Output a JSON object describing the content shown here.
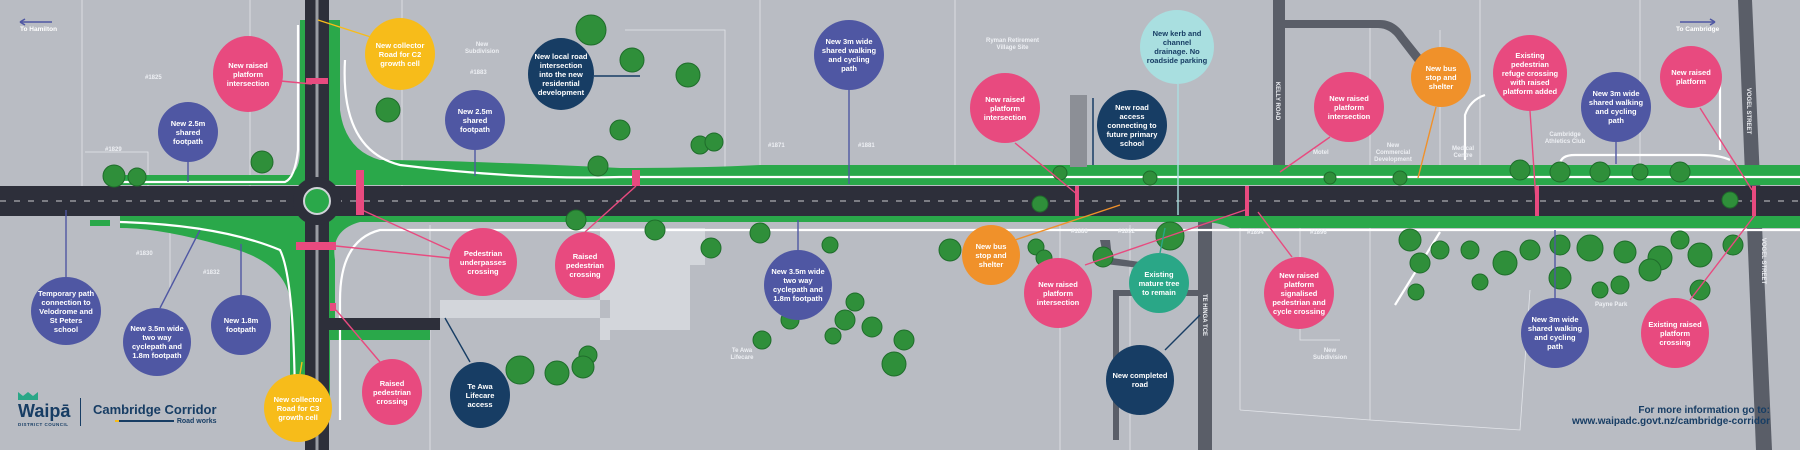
{
  "directions": {
    "west": "To Hamilton",
    "east": "To Cambridge"
  },
  "callouts": [
    {
      "text": "New raised platform intersection",
      "color": "#e84a7f"
    },
    {
      "text": "New collector Road for C2 growth cell",
      "color": "#f7bc1a"
    },
    {
      "text": "New local road intersection into the new residential development",
      "color": "#173d64"
    },
    {
      "text": "New 2.5m shared footpath",
      "color": "#4f57a3"
    },
    {
      "text": "New 2.5m shared footpath",
      "color": "#4f57a3"
    },
    {
      "text": "New 3m wide shared walking and cycling path",
      "color": "#4f57a3"
    },
    {
      "text": "New raised platform intersection",
      "color": "#e84a7f"
    },
    {
      "text": "New road access connecting to future primary school",
      "color": "#173d64"
    },
    {
      "text": "New kerb and channel drainage. No roadside parking",
      "color": "#a9dfe0"
    },
    {
      "text": "New raised platform intersection",
      "color": "#e84a7f"
    },
    {
      "text": "New bus stop and shelter",
      "color": "#f0912a"
    },
    {
      "text": "Existing pedestrian refuge crossing with raised platform added",
      "color": "#e84a7f"
    },
    {
      "text": "New 3m wide shared walking and cycling path",
      "color": "#4f57a3"
    },
    {
      "text": "New raised platform",
      "color": "#e84a7f"
    },
    {
      "text": "Temporary path connection to Velodrome and St Peters school",
      "color": "#4f57a3"
    },
    {
      "text": "New 3.5m wide two way cyclepath and 1.8m footpath",
      "color": "#4f57a3"
    },
    {
      "text": "New 1.8m footpath",
      "color": "#4f57a3"
    },
    {
      "text": "New collector Road for C3 growth cell",
      "color": "#f7bc1a"
    },
    {
      "text": "Raised pedestrian crossing",
      "color": "#e84a7f"
    },
    {
      "text": "Te Awa Lifecare access",
      "color": "#173d64"
    },
    {
      "text": "Pedestrian underpasses crossing",
      "color": "#e84a7f"
    },
    {
      "text": "Raised pedestrian crossing",
      "color": "#e84a7f"
    },
    {
      "text": "New 3.5m wide two way cyclepath and 1.8m footpath",
      "color": "#4f57a3"
    },
    {
      "text": "New bus stop and shelter",
      "color": "#f0912a"
    },
    {
      "text": "New raised platform intersection",
      "color": "#e84a7f"
    },
    {
      "text": "Existing mature tree to remain",
      "color": "#2aa787"
    },
    {
      "text": "New completed road",
      "color": "#173d64"
    },
    {
      "text": "New raised platform signalised pedestrian and cycle crossing",
      "color": "#e84a7f"
    },
    {
      "text": "New 3m wide shared walking and cycling path",
      "color": "#4f57a3"
    },
    {
      "text": "Existing raised platform crossing",
      "color": "#e84a7f"
    }
  ],
  "labels": {
    "sub1": "New Subdivision",
    "p1825": "#1825",
    "p1829": "#1829",
    "p1883": "#1883",
    "p1830": "#1830",
    "p1832": "#1832",
    "lifecare": "Te Awa Lifecare",
    "p1871": "#1871",
    "p1881": "#1881",
    "ryman": "Ryman Retirement Village Site",
    "motel": "Motel",
    "commercial": "New Commercial Development",
    "medical": "Medical Centre",
    "athletics": "Cambridge Athletics Club",
    "p1886": "#1886",
    "p1892": "#1892",
    "p1894": "#1894",
    "p1896": "#1896",
    "sub2": "New Subdivision",
    "payne": "Payne Park"
  },
  "streets": {
    "kelly": "KELLY ROAD",
    "vogel": "VOGEL STREET",
    "tehinga": "TE HINGA TCE"
  },
  "footer": {
    "council": "Waipā",
    "council_sub": "DISTRICT COUNCIL",
    "project": "Cambridge Corridor",
    "project_sub": "Road works",
    "info_title": "For more information go to:",
    "info_url": "www.waipadc.govt.nz/cambridge-corridor"
  },
  "colors": {
    "background": "#b9bcc3",
    "road": "#2d2f3a",
    "verge": "#2aa84a",
    "tree": "#2f8f3a"
  }
}
